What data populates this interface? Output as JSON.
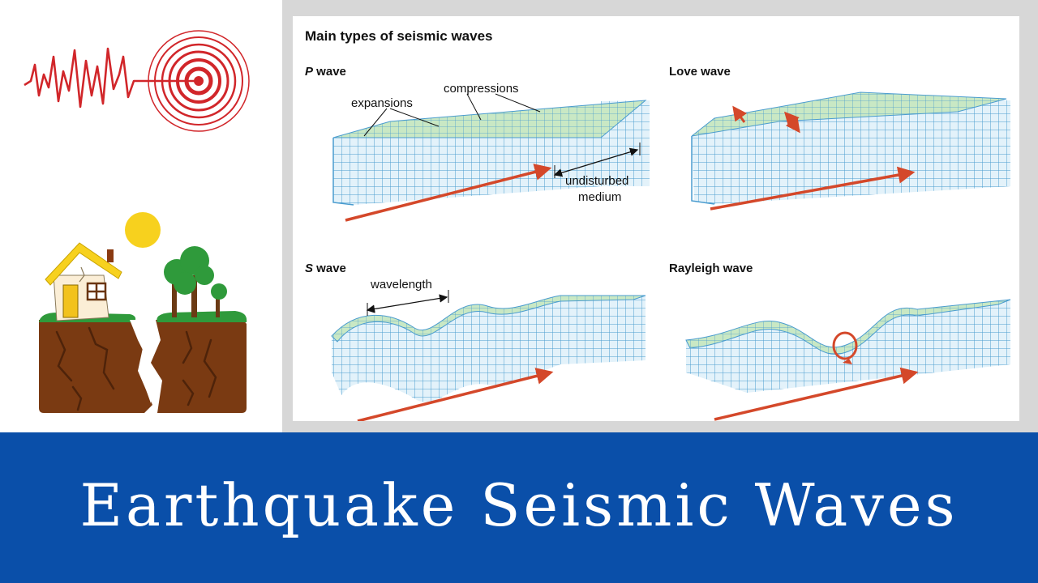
{
  "banner": {
    "title": "Earthquake Seismic Waves",
    "background": "#0a4fa9"
  },
  "diagram": {
    "title": "Main types of seismic waves",
    "panels": {
      "p_wave": {
        "title_italic": "P",
        "title_rest": " wave",
        "labels": {
          "expansions": "expansions",
          "compressions": "compressions",
          "undisturbed_line1": "undisturbed",
          "undisturbed_line2": "medium"
        }
      },
      "love_wave": {
        "title": "Love wave"
      },
      "s_wave": {
        "title_italic": "S",
        "title_rest": " wave",
        "labels": {
          "wavelength": "wavelength"
        }
      },
      "rayleigh_wave": {
        "title": "Rayleigh wave"
      }
    },
    "colors": {
      "grid_fill": "#e3f2fa",
      "grid_line": "#4a9ccf",
      "top_surface": "#c9e8c4",
      "arrow": "#d4482a"
    }
  },
  "icons": {
    "seismograph": "seismograph-target-icon",
    "earthquake": "earthquake-house-icon"
  }
}
